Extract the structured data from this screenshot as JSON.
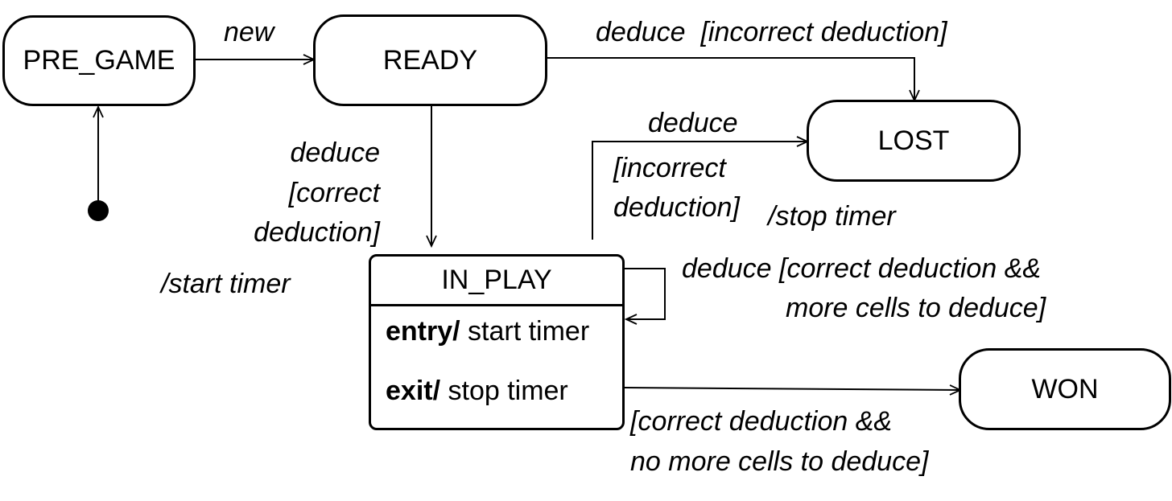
{
  "states": {
    "pre_game": "PRE_GAME",
    "ready": "READY",
    "lost": "LOST",
    "won": "WON",
    "in_play": {
      "name": "IN_PLAY",
      "entry_keyword": "entry/",
      "entry_action": " start timer",
      "exit_keyword": "exit/",
      "exit_action": " stop timer"
    }
  },
  "transitions": {
    "new": "new",
    "ready_to_lost": "deduce  [incorrect deduction]",
    "ready_to_inplay": {
      "line1": "deduce",
      "line2": "[correct",
      "line3": "deduction]",
      "action": "/start timer"
    },
    "inplay_to_lost": {
      "line1": "deduce",
      "line2": "[incorrect",
      "line3": "deduction]",
      "action": "/stop timer"
    },
    "self_loop": {
      "line1": "deduce [correct deduction &&",
      "line2": "more cells to deduce]"
    },
    "inplay_to_won": {
      "line1": "[correct deduction &&",
      "line2": "no more cells to deduce]"
    }
  }
}
